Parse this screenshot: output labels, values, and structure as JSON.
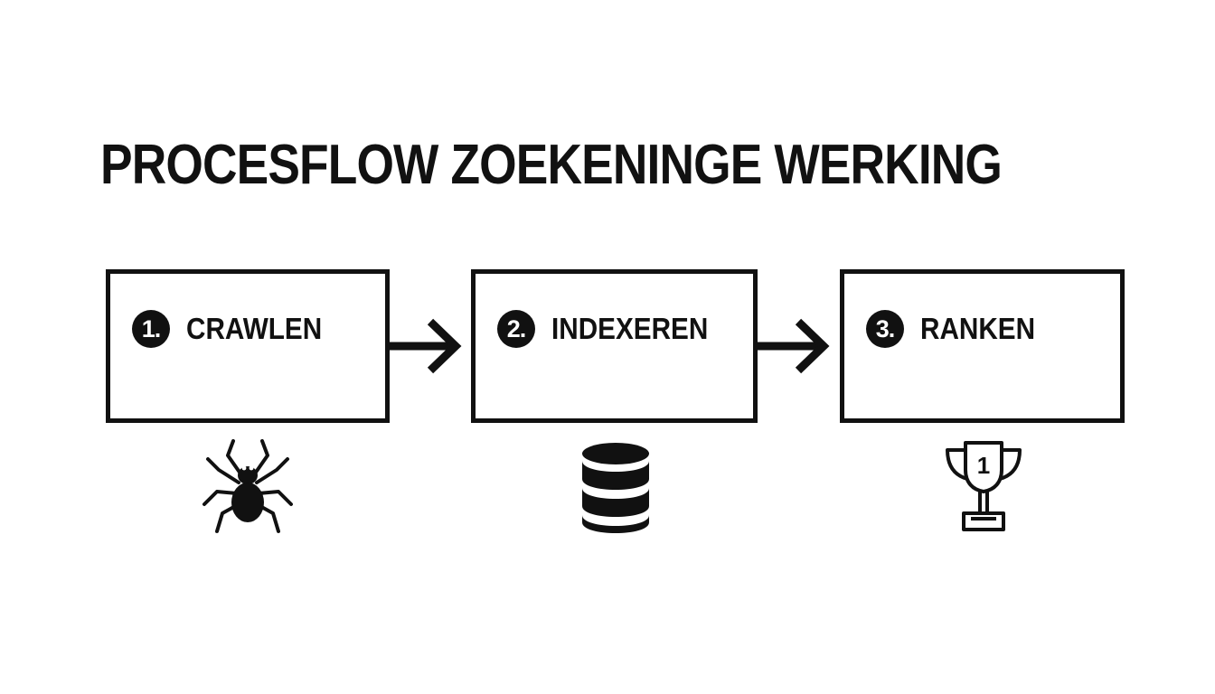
{
  "diagram": {
    "title": "PROCESFLOW ZOEKENINGE WERKING",
    "steps": [
      {
        "number": "1.",
        "label": "CRAWLEN",
        "icon": "spider-icon"
      },
      {
        "number": "2.",
        "label": "INDEXEREN",
        "icon": "database-icon"
      },
      {
        "number": "3.",
        "label": "RANKEN",
        "icon": "trophy-icon"
      }
    ],
    "trophy_rank": "1",
    "colors": {
      "ink": "#111111",
      "background": "#ffffff"
    }
  }
}
